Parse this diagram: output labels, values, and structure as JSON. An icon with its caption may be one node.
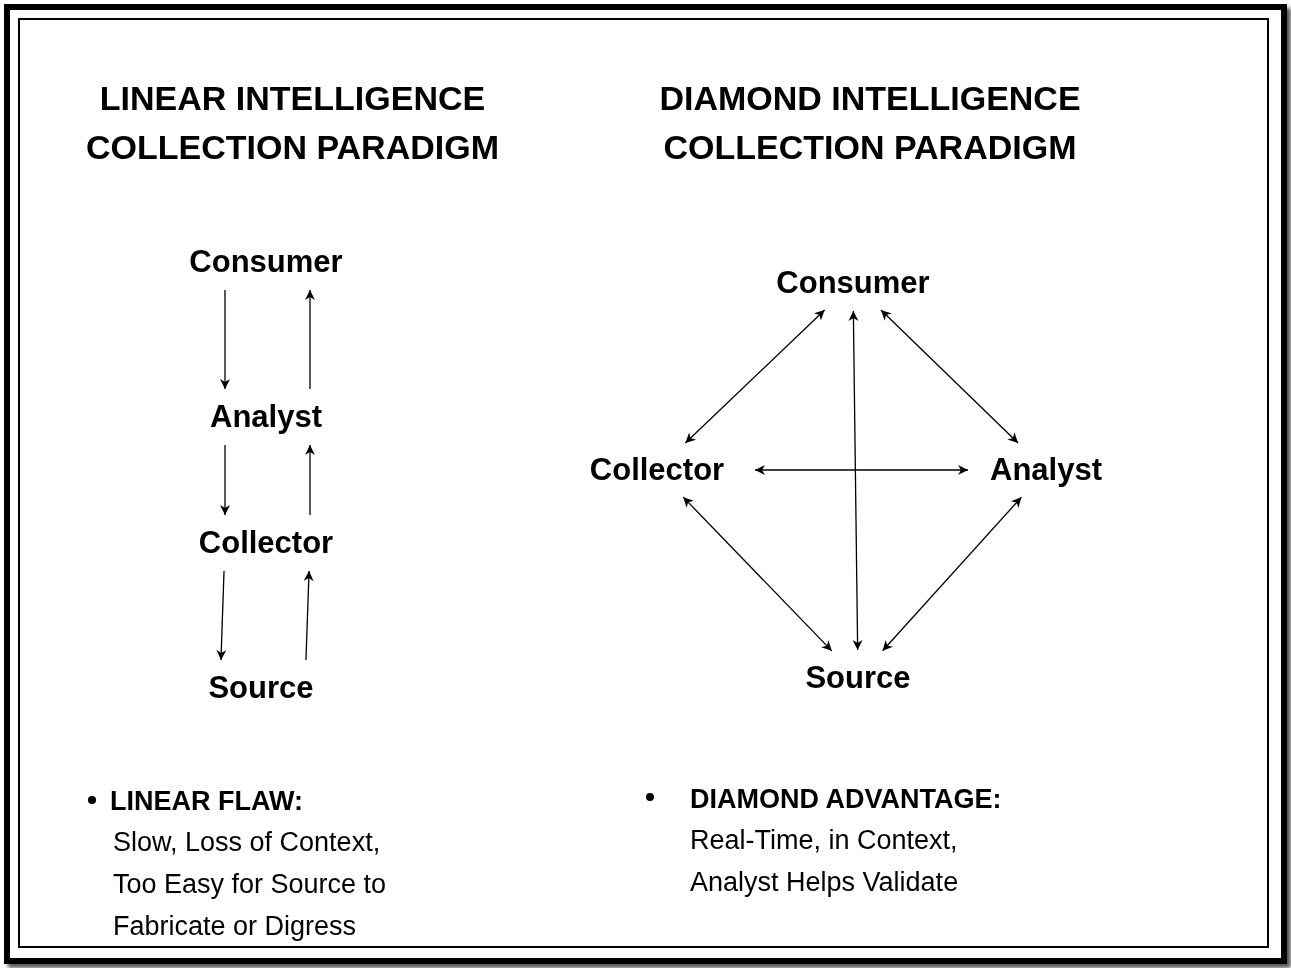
{
  "diagram": {
    "nodes": [
      {
        "text": [
          "Consumer"
        ]
      },
      {
        "text": [
          "Analyst"
        ]
      },
      {
        "text": [
          "Collector"
        ]
      },
      {
        "text": [
          "Source"
        ]
      },
      {
        "text": [
          "Consumer"
        ]
      },
      {
        "text": [
          "Collector"
        ]
      },
      {
        "text": [
          "Analyst"
        ]
      },
      {
        "text": [
          "Source"
        ]
      }
    ],
    "edges": [
      {
        "from": 0,
        "to": 1,
        "arrow": "to"
      },
      {
        "from": 1,
        "to": 0,
        "arrow": "to"
      },
      {
        "from": 1,
        "to": 2,
        "arrow": "to"
      },
      {
        "from": 2,
        "to": 1,
        "arrow": "to"
      },
      {
        "from": 2,
        "to": 3,
        "arrow": "to"
      },
      {
        "from": 3,
        "to": 2,
        "arrow": "to"
      },
      {
        "from": 4,
        "to": 5,
        "arrow": "both"
      },
      {
        "from": 4,
        "to": 7,
        "arrow": "both"
      },
      {
        "from": 4,
        "to": 6,
        "arrow": "both"
      },
      {
        "from": 5,
        "to": 6,
        "arrow": "both"
      },
      {
        "from": 5,
        "to": 7,
        "arrow": "both"
      },
      {
        "from": 6,
        "to": 7,
        "arrow": "both"
      }
    ],
    "labels": [
      "LINEAR INTELLIGENCE COLLECTION PARADIGM",
      "DIAMOND INTELLIGENCE COLLECTION PARADIGM",
      "LINEAR FLAW:",
      "Slow, Loss of Context, Too Easy for Source to Fabricate or Digress",
      "DIAMOND ADVANTAGE:",
      "Real-Time, in Context, Analyst Helps Validate"
    ]
  }
}
